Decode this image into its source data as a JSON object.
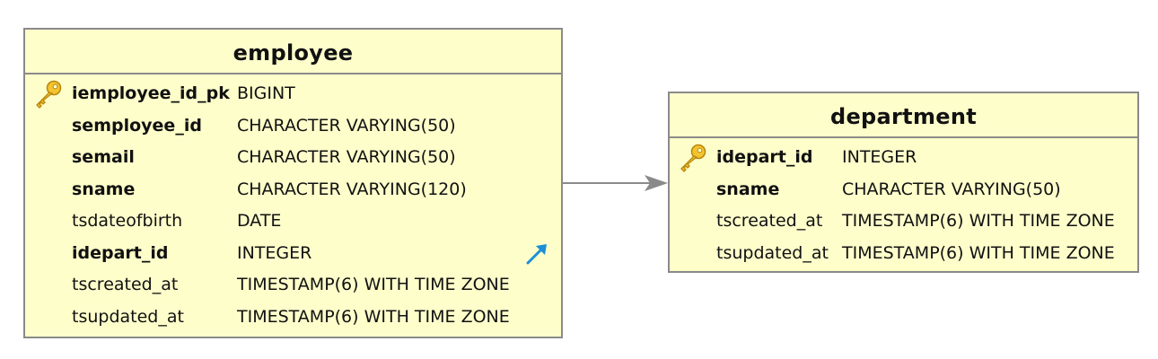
{
  "tables": {
    "employee": {
      "name": "employee",
      "columns": [
        {
          "name": "iemployee_id_pk",
          "type": "BIGINT",
          "bold": true,
          "pk": true,
          "fk": false
        },
        {
          "name": "semployee_id",
          "type": "CHARACTER VARYING(50)",
          "bold": true,
          "pk": false,
          "fk": false
        },
        {
          "name": "semail",
          "type": "CHARACTER VARYING(50)",
          "bold": true,
          "pk": false,
          "fk": false
        },
        {
          "name": "sname",
          "type": "CHARACTER VARYING(120)",
          "bold": true,
          "pk": false,
          "fk": false
        },
        {
          "name": "tsdateofbirth",
          "type": "DATE",
          "bold": false,
          "pk": false,
          "fk": false
        },
        {
          "name": "idepart_id",
          "type": "INTEGER",
          "bold": true,
          "pk": false,
          "fk": true
        },
        {
          "name": "tscreated_at",
          "type": "TIMESTAMP(6) WITH TIME ZONE",
          "bold": false,
          "pk": false,
          "fk": false
        },
        {
          "name": "tsupdated_at",
          "type": "TIMESTAMP(6) WITH TIME ZONE",
          "bold": false,
          "pk": false,
          "fk": false
        }
      ]
    },
    "department": {
      "name": "department",
      "columns": [
        {
          "name": "idepart_id",
          "type": "INTEGER",
          "bold": true,
          "pk": true,
          "fk": false
        },
        {
          "name": "sname",
          "type": "CHARACTER VARYING(50)",
          "bold": true,
          "pk": false,
          "fk": false
        },
        {
          "name": "tscreated_at",
          "type": "TIMESTAMP(6) WITH TIME ZONE",
          "bold": false,
          "pk": false,
          "fk": false
        },
        {
          "name": "tsupdated_at",
          "type": "TIMESTAMP(6) WITH TIME ZONE",
          "bold": false,
          "pk": false,
          "fk": false
        }
      ]
    }
  },
  "relationship": {
    "from": "employee",
    "to": "department"
  },
  "colors": {
    "table_bg": "#fefecb",
    "border": "#8a8a8a",
    "connector": "#8a8a8a",
    "key_icon": "#e3b21a",
    "fk_icon": "#1a8fd6"
  },
  "icons": {
    "primary_key": "key-icon",
    "foreign_key": "arrow-up-right-icon"
  }
}
